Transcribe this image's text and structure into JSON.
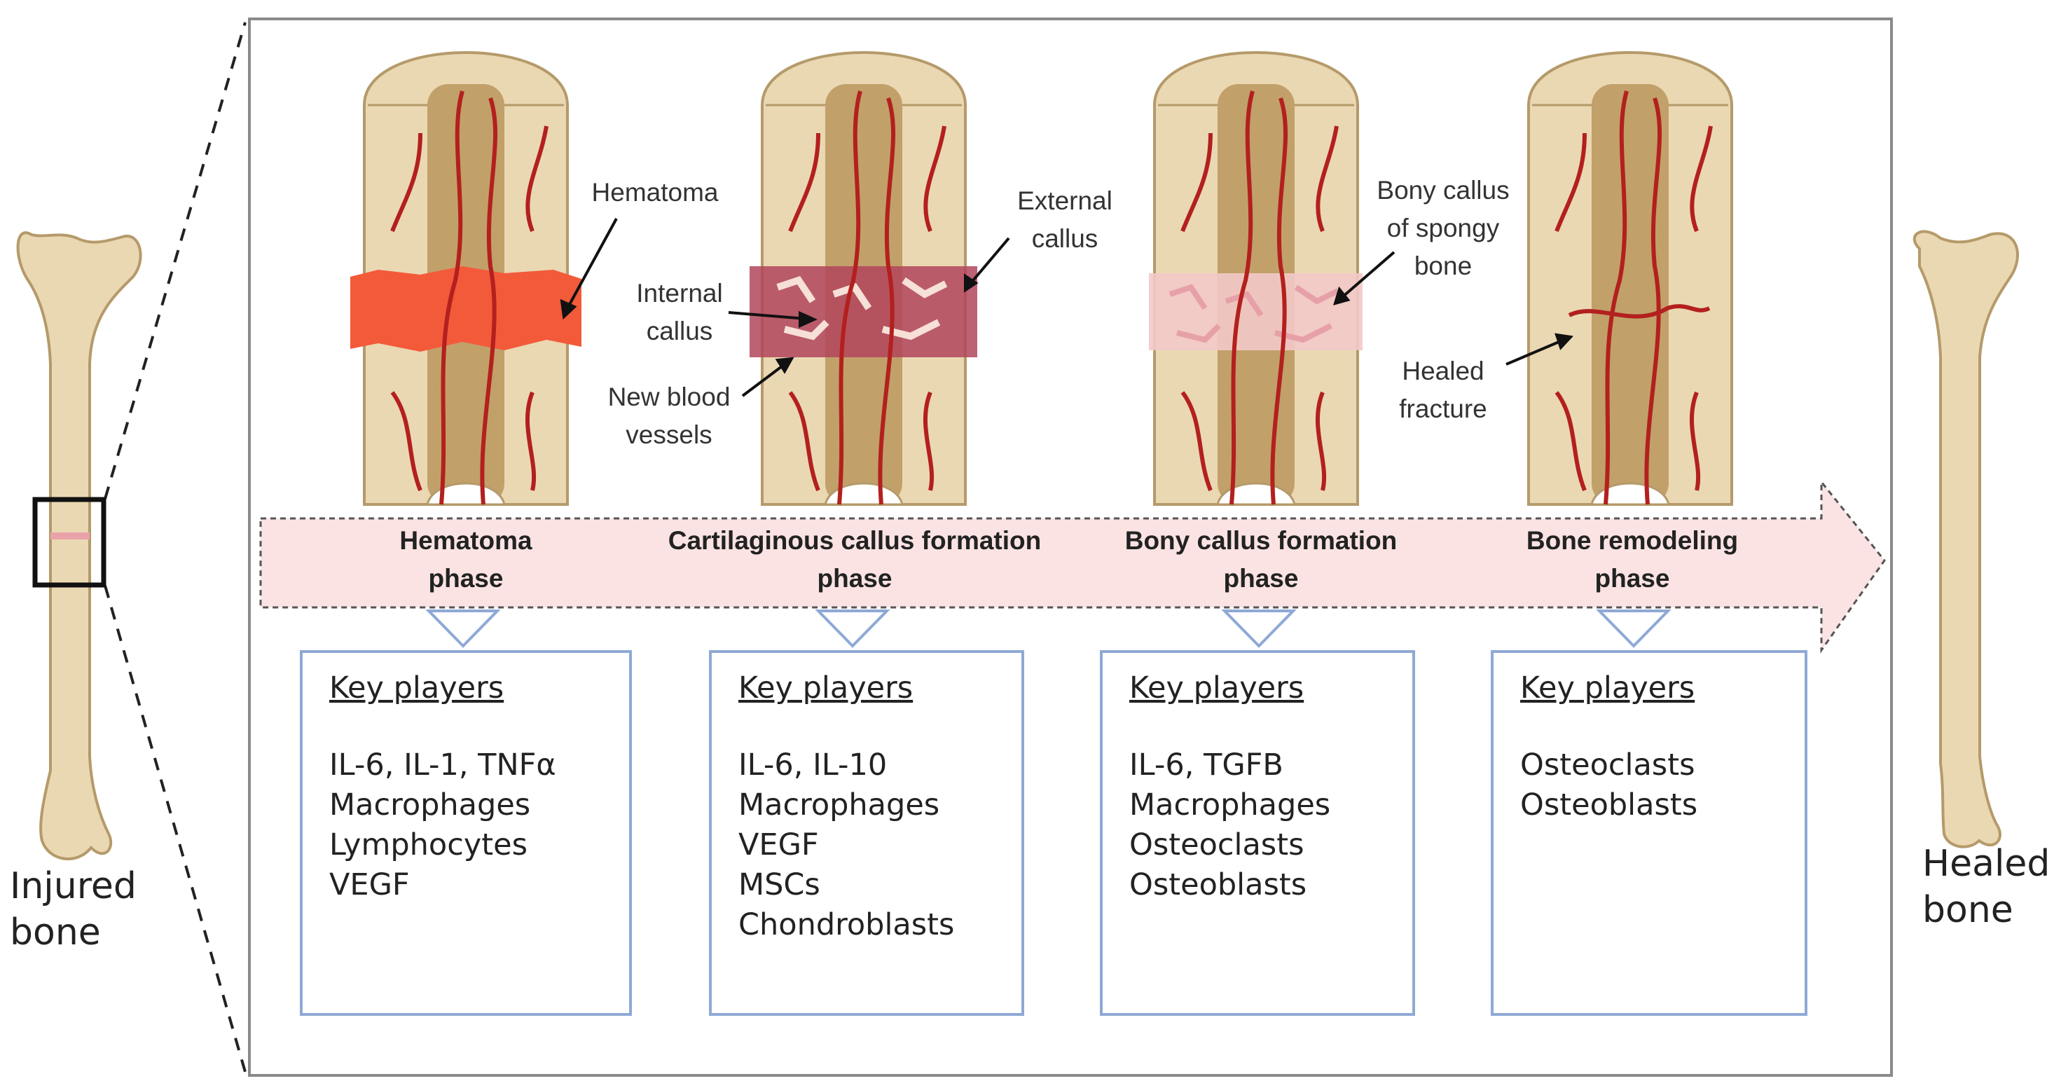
{
  "left_bone": {
    "label_lines": [
      "Injured",
      "bone"
    ]
  },
  "right_bone": {
    "label_lines": [
      "Healed",
      "bone"
    ]
  },
  "colors": {
    "bone": "#ead8b3",
    "bone_outline": "#b59a6a",
    "marrow": "#c2a06a",
    "vessel": "#b3201e",
    "hematoma": "#f35a3a",
    "callus": "#b1455c",
    "arrow_fill": "#fbe3e3",
    "box_border": "#8fa9d6"
  },
  "callouts": {
    "hematoma": [
      "Hematoma"
    ],
    "internal_callus": [
      "Internal",
      "callus"
    ],
    "new_blood_vessels": [
      "New blood",
      "vessels"
    ],
    "external_callus": [
      "External",
      "callus"
    ],
    "bony_callus": [
      "Bony callus",
      "of spongy",
      "bone"
    ],
    "healed_fracture": [
      "Healed",
      "fracture"
    ]
  },
  "phases": [
    {
      "name_lines": [
        "Hematoma",
        "phase"
      ],
      "key_players_heading": "Key players",
      "key_players": [
        "IL-6, IL-1, TNFα",
        "Macrophages",
        "Lymphocytes",
        "VEGF"
      ]
    },
    {
      "name_lines": [
        "Cartilaginous callus formation",
        "phase"
      ],
      "key_players_heading": "Key players",
      "key_players": [
        "IL-6, IL-10",
        "Macrophages",
        "VEGF",
        "MSCs",
        "Chondroblasts"
      ]
    },
    {
      "name_lines": [
        "Bony callus formation",
        "phase"
      ],
      "key_players_heading": "Key players",
      "key_players": [
        "IL-6, TGFB",
        "Macrophages",
        "Osteoclasts",
        "Osteoblasts"
      ]
    },
    {
      "name_lines": [
        "Bone remodeling",
        "phase"
      ],
      "key_players_heading": "Key players",
      "key_players": [
        "Osteoclasts",
        "Osteoblasts"
      ]
    }
  ]
}
